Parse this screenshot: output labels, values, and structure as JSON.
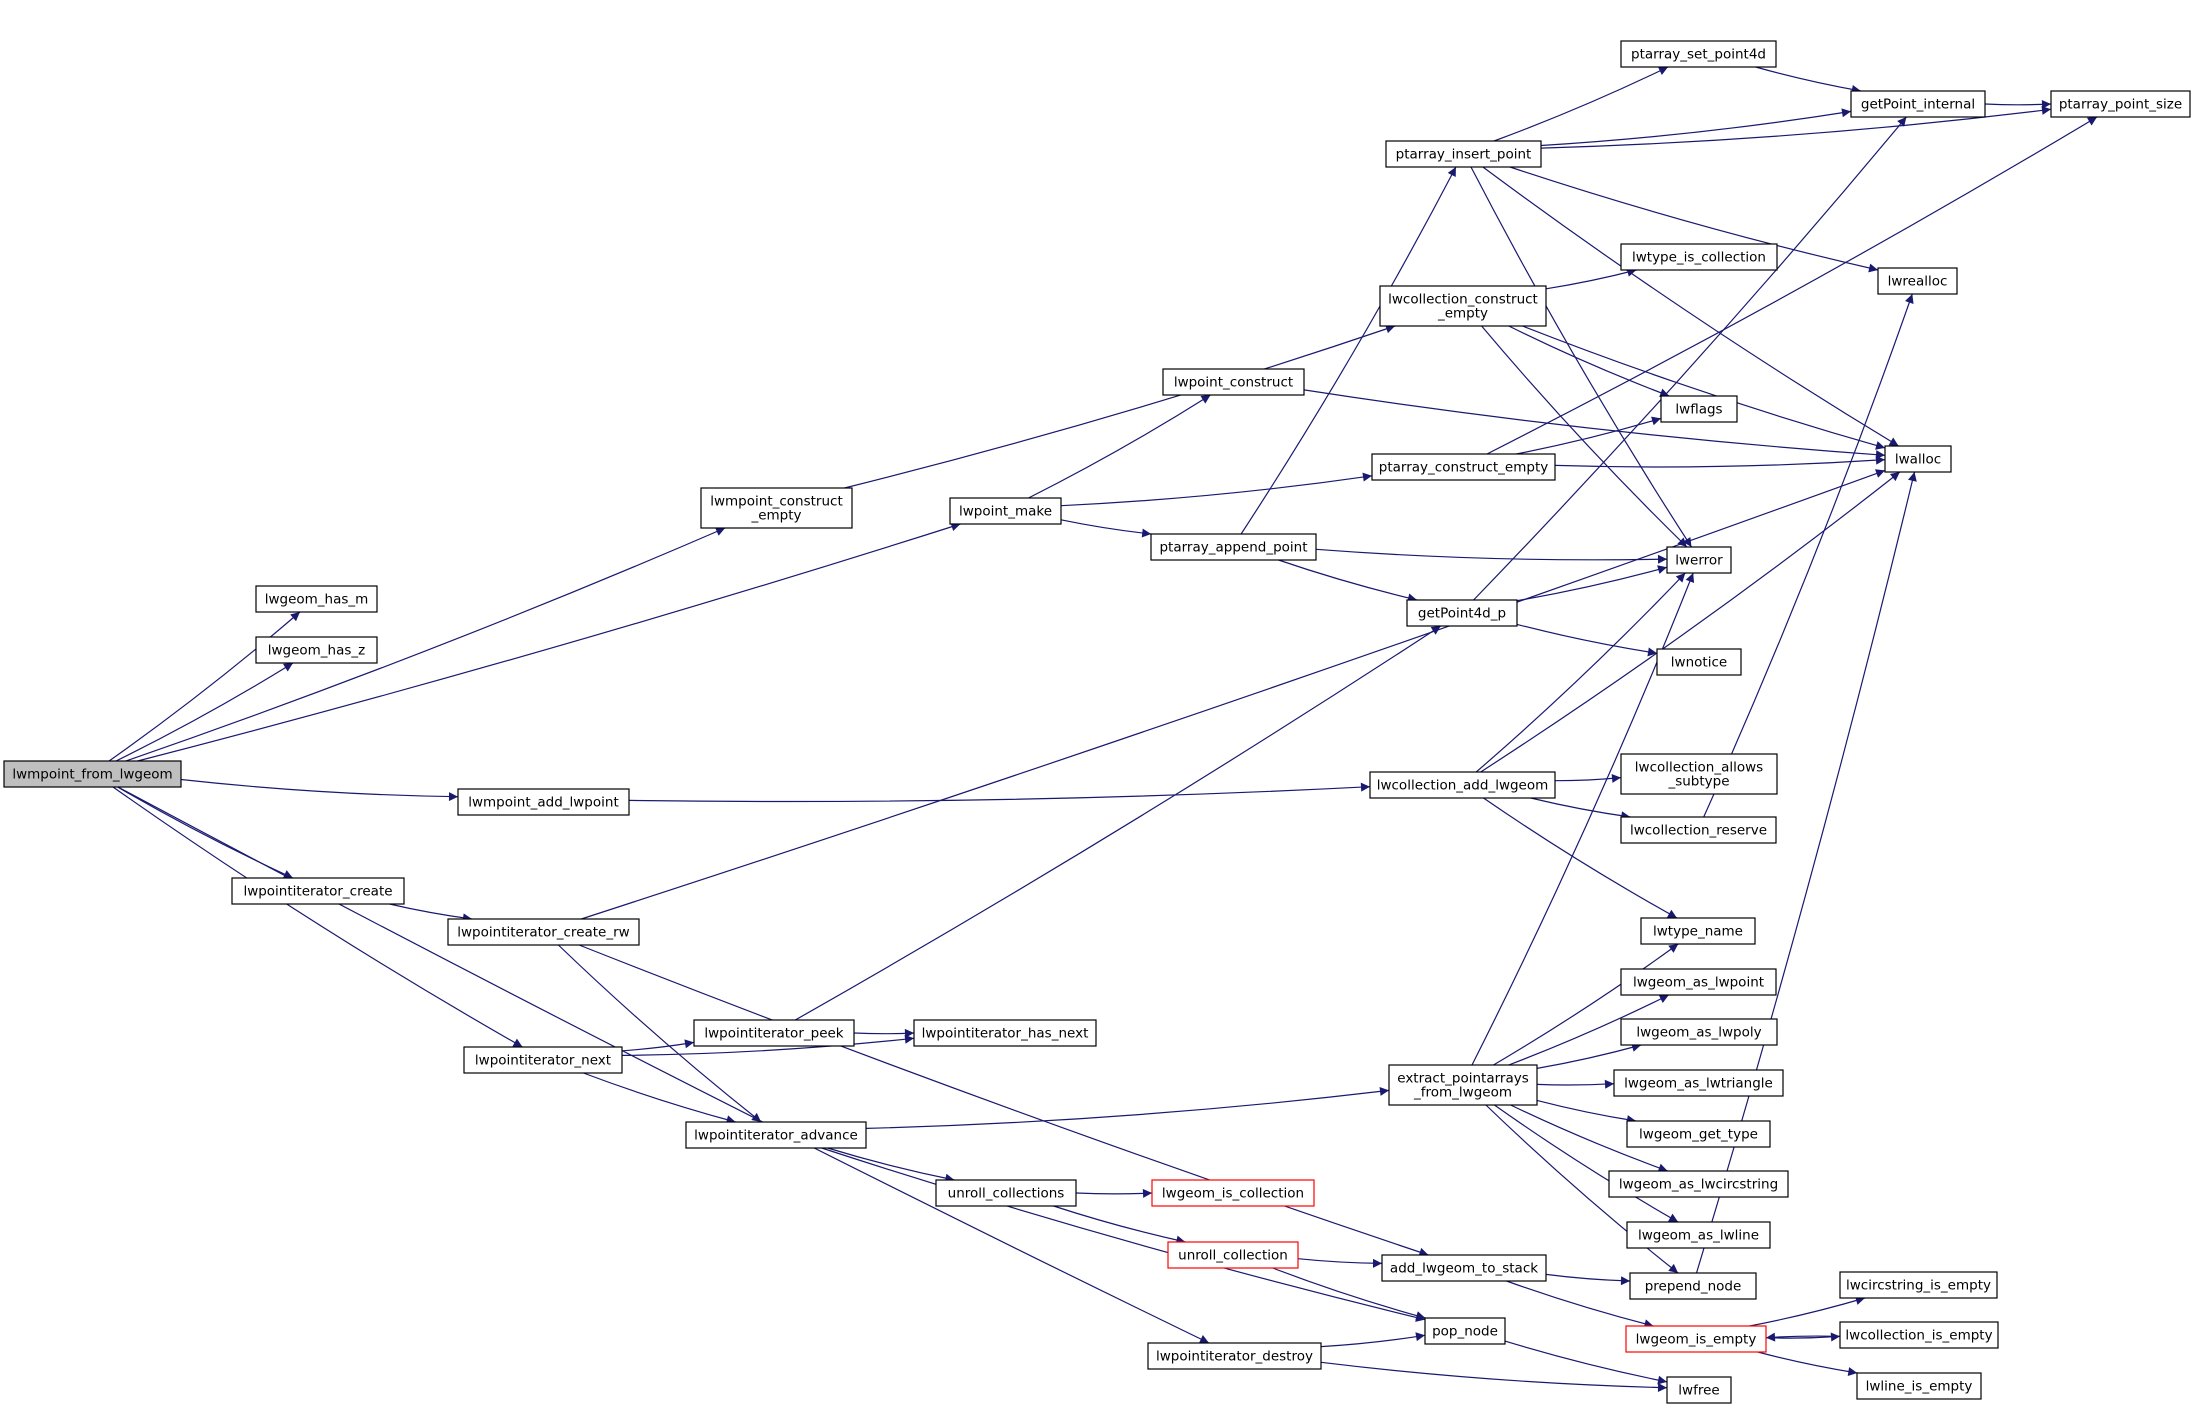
{
  "colors": {
    "edge": "#191970",
    "root_fill": "#bfbfbf",
    "node_fill": "#ffffff",
    "node_border": "#000000",
    "truncated_border": "#ff0000"
  },
  "nodes": {
    "lwmpoint_from_lwgeom": {
      "lines": [
        "lwmpoint_from_lwgeom"
      ],
      "root": true
    },
    "lwgeom_has_m": {
      "lines": [
        "lwgeom_has_m"
      ]
    },
    "lwgeom_has_z": {
      "lines": [
        "lwgeom_has_z"
      ]
    },
    "lwmpoint_construct_empty": {
      "lines": [
        "lwmpoint_construct",
        "_empty"
      ]
    },
    "lwpoint_make": {
      "lines": [
        "lwpoint_make"
      ]
    },
    "lwmpoint_add_lwpoint": {
      "lines": [
        "lwmpoint_add_lwpoint"
      ]
    },
    "lwpointiterator_create": {
      "lines": [
        "lwpointiterator_create"
      ]
    },
    "lwpointiterator_create_rw": {
      "lines": [
        "lwpointiterator_create_rw"
      ]
    },
    "lwpointiterator_next": {
      "lines": [
        "lwpointiterator_next"
      ]
    },
    "lwpointiterator_peek": {
      "lines": [
        "lwpointiterator_peek"
      ]
    },
    "lwpointiterator_has_next": {
      "lines": [
        "lwpointiterator_has_next"
      ]
    },
    "lwpointiterator_advance": {
      "lines": [
        "lwpointiterator_advance"
      ]
    },
    "unroll_collections": {
      "lines": [
        "unroll_collections"
      ]
    },
    "lwgeom_is_collection": {
      "lines": [
        "lwgeom_is_collection"
      ],
      "truncated": true
    },
    "unroll_collection": {
      "lines": [
        "unroll_collection"
      ],
      "truncated": true
    },
    "lwpointiterator_destroy": {
      "lines": [
        "lwpointiterator_destroy"
      ]
    },
    "lwpoint_construct": {
      "lines": [
        "lwpoint_construct"
      ]
    },
    "ptarray_append_point": {
      "lines": [
        "ptarray_append_point"
      ]
    },
    "ptarray_insert_point": {
      "lines": [
        "ptarray_insert_point"
      ]
    },
    "lwcollection_construct_empty": {
      "lines": [
        "lwcollection_construct",
        "_empty"
      ]
    },
    "ptarray_construct_empty": {
      "lines": [
        "ptarray_construct_empty"
      ]
    },
    "getPoint4d_p": {
      "lines": [
        "getPoint4d_p"
      ]
    },
    "lwcollection_add_lwgeom": {
      "lines": [
        "lwcollection_add_lwgeom"
      ]
    },
    "extract_pointarrays_from_lwgeom": {
      "lines": [
        "extract_pointarrays",
        "_from_lwgeom"
      ]
    },
    "add_lwgeom_to_stack": {
      "lines": [
        "add_lwgeom_to_stack"
      ]
    },
    "pop_node": {
      "lines": [
        "pop_node"
      ]
    },
    "ptarray_set_point4d": {
      "lines": [
        "ptarray_set_point4d"
      ]
    },
    "lwtype_is_collection": {
      "lines": [
        "lwtype_is_collection"
      ]
    },
    "lwflags": {
      "lines": [
        "lwflags"
      ]
    },
    "lwerror": {
      "lines": [
        "lwerror"
      ]
    },
    "lwnotice": {
      "lines": [
        "lwnotice"
      ]
    },
    "lwcollection_allows_subtype": {
      "lines": [
        "lwcollection_allows",
        "_subtype"
      ]
    },
    "lwcollection_reserve": {
      "lines": [
        "lwcollection_reserve"
      ]
    },
    "lwtype_name": {
      "lines": [
        "lwtype_name"
      ]
    },
    "lwgeom_as_lwpoint": {
      "lines": [
        "lwgeom_as_lwpoint"
      ]
    },
    "lwgeom_as_lwpoly": {
      "lines": [
        "lwgeom_as_lwpoly"
      ]
    },
    "lwgeom_as_lwtriangle": {
      "lines": [
        "lwgeom_as_lwtriangle"
      ]
    },
    "lwgeom_get_type": {
      "lines": [
        "lwgeom_get_type"
      ]
    },
    "lwgeom_as_lwcircstring": {
      "lines": [
        "lwgeom_as_lwcircstring"
      ]
    },
    "lwgeom_as_lwline": {
      "lines": [
        "lwgeom_as_lwline"
      ]
    },
    "prepend_node": {
      "lines": [
        "prepend_node"
      ]
    },
    "lwgeom_is_empty": {
      "lines": [
        "lwgeom_is_empty"
      ],
      "truncated": true
    },
    "lwfree": {
      "lines": [
        "lwfree"
      ]
    },
    "getPoint_internal": {
      "lines": [
        "getPoint_internal"
      ]
    },
    "lwrealloc": {
      "lines": [
        "lwrealloc"
      ]
    },
    "lwalloc": {
      "lines": [
        "lwalloc"
      ]
    },
    "lwcircstring_is_empty": {
      "lines": [
        "lwcircstring_is_empty"
      ]
    },
    "lwcollection_is_empty": {
      "lines": [
        "lwcollection_is_empty"
      ]
    },
    "lwline_is_empty": {
      "lines": [
        "lwline_is_empty"
      ]
    },
    "ptarray_point_size": {
      "lines": [
        "ptarray_point_size"
      ]
    }
  },
  "edges": [
    [
      "lwmpoint_from_lwgeom",
      "lwgeom_has_m"
    ],
    [
      "lwmpoint_from_lwgeom",
      "lwgeom_has_z"
    ],
    [
      "lwmpoint_from_lwgeom",
      "lwmpoint_construct_empty"
    ],
    [
      "lwmpoint_from_lwgeom",
      "lwpoint_make"
    ],
    [
      "lwmpoint_from_lwgeom",
      "lwmpoint_add_lwpoint"
    ],
    [
      "lwmpoint_from_lwgeom",
      "lwpointiterator_create"
    ],
    [
      "lwmpoint_from_lwgeom",
      "lwpointiterator_next"
    ],
    [
      "lwmpoint_from_lwgeom",
      "lwpointiterator_destroy"
    ],
    [
      "lwmpoint_construct_empty",
      "lwcollection_construct_empty"
    ],
    [
      "lwpoint_make",
      "lwpoint_construct"
    ],
    [
      "lwpoint_make",
      "ptarray_construct_empty"
    ],
    [
      "lwpoint_make",
      "ptarray_append_point"
    ],
    [
      "lwmpoint_add_lwpoint",
      "lwcollection_add_lwgeom"
    ],
    [
      "lwpointiterator_create",
      "lwpointiterator_create_rw"
    ],
    [
      "lwpointiterator_create_rw",
      "lwalloc"
    ],
    [
      "lwpointiterator_create_rw",
      "add_lwgeom_to_stack"
    ],
    [
      "lwpointiterator_create_rw",
      "lwpointiterator_advance"
    ],
    [
      "lwpointiterator_next",
      "lwpointiterator_peek"
    ],
    [
      "lwpointiterator_next",
      "lwpointiterator_has_next"
    ],
    [
      "lwpointiterator_next",
      "lwpointiterator_advance"
    ],
    [
      "lwpointiterator_peek",
      "getPoint4d_p"
    ],
    [
      "lwpointiterator_peek",
      "lwpointiterator_has_next"
    ],
    [
      "lwpointiterator_advance",
      "extract_pointarrays_from_lwgeom"
    ],
    [
      "lwpointiterator_advance",
      "unroll_collections"
    ],
    [
      "lwpointiterator_advance",
      "pop_node"
    ],
    [
      "unroll_collections",
      "lwgeom_is_collection"
    ],
    [
      "unroll_collections",
      "unroll_collection"
    ],
    [
      "unroll_collection",
      "add_lwgeom_to_stack"
    ],
    [
      "unroll_collection",
      "pop_node"
    ],
    [
      "lwpointiterator_destroy",
      "pop_node"
    ],
    [
      "lwpointiterator_destroy",
      "lwfree"
    ],
    [
      "lwpoint_construct",
      "lwalloc"
    ],
    [
      "ptarray_append_point",
      "ptarray_insert_point"
    ],
    [
      "ptarray_append_point",
      "lwerror"
    ],
    [
      "ptarray_append_point",
      "getPoint4d_p"
    ],
    [
      "ptarray_insert_point",
      "ptarray_point_size"
    ],
    [
      "ptarray_insert_point",
      "ptarray_set_point4d"
    ],
    [
      "ptarray_insert_point",
      "getPoint_internal"
    ],
    [
      "ptarray_insert_point",
      "lwrealloc"
    ],
    [
      "ptarray_insert_point",
      "lwalloc"
    ],
    [
      "ptarray_insert_point",
      "lwerror"
    ],
    [
      "lwcollection_construct_empty",
      "lwtype_is_collection"
    ],
    [
      "lwcollection_construct_empty",
      "lwalloc"
    ],
    [
      "lwcollection_construct_empty",
      "lwflags"
    ],
    [
      "lwcollection_construct_empty",
      "lwerror"
    ],
    [
      "ptarray_construct_empty",
      "lwflags"
    ],
    [
      "ptarray_construct_empty",
      "lwalloc"
    ],
    [
      "ptarray_construct_empty",
      "ptarray_point_size"
    ],
    [
      "getPoint4d_p",
      "lwerror"
    ],
    [
      "getPoint4d_p",
      "getPoint_internal"
    ],
    [
      "getPoint4d_p",
      "lwnotice"
    ],
    [
      "lwcollection_add_lwgeom",
      "lwerror"
    ],
    [
      "lwcollection_add_lwgeom",
      "lwalloc"
    ],
    [
      "lwcollection_add_lwgeom",
      "lwcollection_allows_subtype"
    ],
    [
      "lwcollection_add_lwgeom",
      "lwcollection_reserve"
    ],
    [
      "lwcollection_add_lwgeom",
      "lwtype_name"
    ],
    [
      "lwcollection_reserve",
      "lwrealloc"
    ],
    [
      "extract_pointarrays_from_lwgeom",
      "lwerror"
    ],
    [
      "extract_pointarrays_from_lwgeom",
      "lwtype_name"
    ],
    [
      "extract_pointarrays_from_lwgeom",
      "lwgeom_as_lwpoint"
    ],
    [
      "extract_pointarrays_from_lwgeom",
      "lwgeom_as_lwpoly"
    ],
    [
      "extract_pointarrays_from_lwgeom",
      "lwgeom_as_lwtriangle"
    ],
    [
      "extract_pointarrays_from_lwgeom",
      "lwgeom_get_type"
    ],
    [
      "extract_pointarrays_from_lwgeom",
      "lwgeom_as_lwcircstring"
    ],
    [
      "extract_pointarrays_from_lwgeom",
      "lwgeom_as_lwline"
    ],
    [
      "extract_pointarrays_from_lwgeom",
      "prepend_node"
    ],
    [
      "add_lwgeom_to_stack",
      "prepend_node"
    ],
    [
      "add_lwgeom_to_stack",
      "lwgeom_is_empty"
    ],
    [
      "pop_node",
      "lwfree"
    ],
    [
      "prepend_node",
      "lwalloc"
    ],
    [
      "lwgeom_is_empty",
      "lwcircstring_is_empty"
    ],
    [
      "lwgeom_is_empty",
      "lwcollection_is_empty"
    ],
    [
      "lwgeom_is_empty",
      "lwline_is_empty"
    ],
    [
      "lwcollection_is_empty",
      "lwgeom_is_empty"
    ],
    [
      "getPoint_internal",
      "ptarray_point_size"
    ],
    [
      "ptarray_set_point4d",
      "getPoint_internal"
    ]
  ]
}
